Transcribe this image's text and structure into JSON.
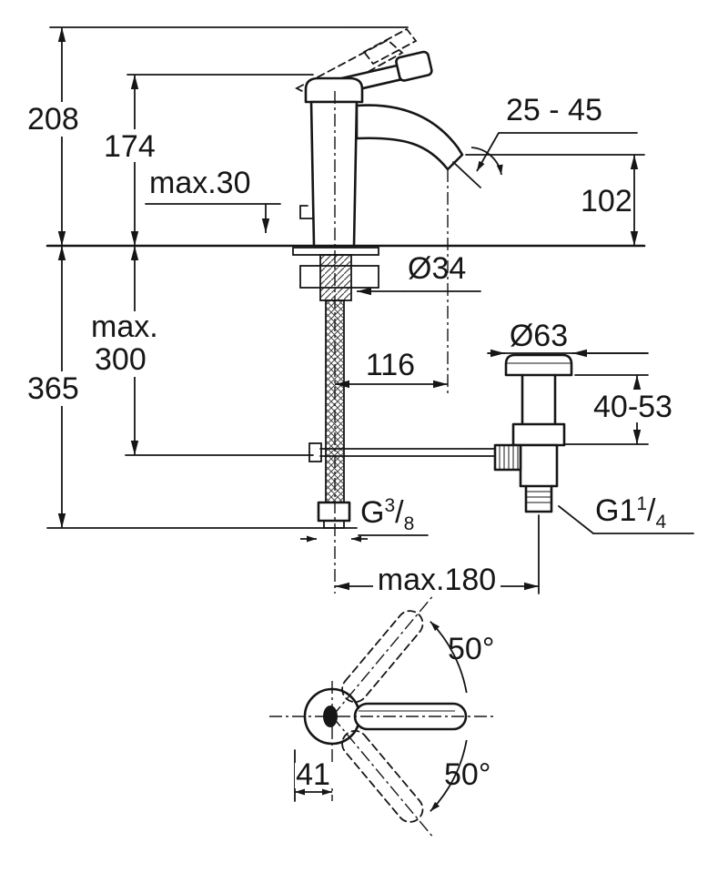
{
  "drawing": {
    "background": "#ffffff",
    "line_color": "#161616",
    "dims": {
      "total_height": "208",
      "body_height": "174",
      "deck_thickness": "max.30",
      "aerator_angle": "25 - 45",
      "spout_height": "102",
      "hole_diameter": "Ø34",
      "hose_length_1": "max.",
      "hose_length_2": "300",
      "overall_depth": "365",
      "spout_reach": "116",
      "waste_flange_diameter": "Ø63",
      "waste_adjust_range": "40-53",
      "max_deck_width": "max.180",
      "swivel_angle_upper": "50°",
      "swivel_angle_lower": "50°",
      "handle_offset": "41",
      "supply_thread": {
        "prefix": "G",
        "numerator": "3",
        "slash": "/",
        "denominator": "8"
      },
      "waste_thread": {
        "prefix": "G1",
        "numerator": "1",
        "slash": "/",
        "denominator": "4"
      }
    }
  }
}
